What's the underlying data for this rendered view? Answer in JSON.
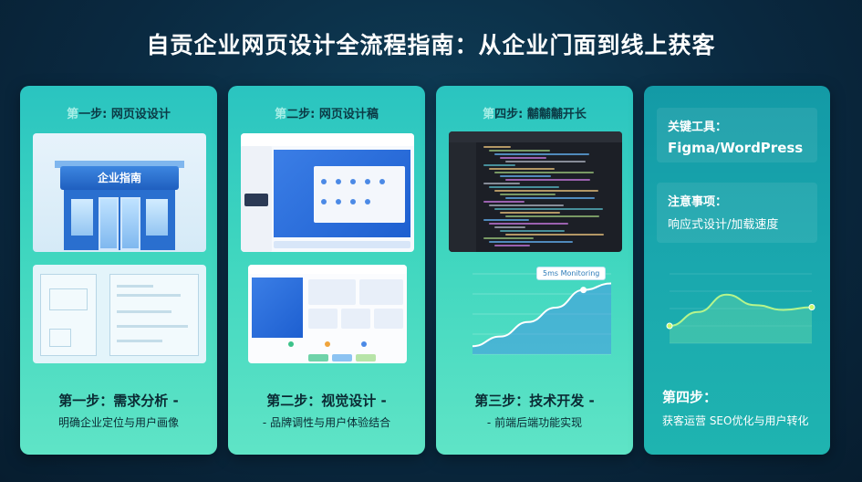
{
  "title": "自贡企业网页设计全流程指南：从企业门面到线上获客",
  "cards": [
    {
      "head_ghost": "第",
      "head": "一步: 网页设设计",
      "sign": "企业指南",
      "step_title": "第一步：需求分析 -",
      "step_sub": "明确企业定位与用户画像"
    },
    {
      "head_ghost": "第",
      "head": "二步: 网页设计稿",
      "step_title": "第二步：视觉设计 -",
      "step_sub": "- 品牌调性与用户体验结合"
    },
    {
      "head_ghost": "第",
      "head": "四步: 黼黼黼开长",
      "tag": "5ms Monitoring",
      "step_title": "第三步：技术开发 -",
      "step_sub": "- 前端后端功能实现"
    }
  ],
  "card4": {
    "tool_label": "关键工具：",
    "tool_value": "Figma/WordPress",
    "note_label": "注意事项：",
    "note_value": "响应式设计/加载速度",
    "step_title": "第四步：",
    "step_sub": "获客运营 SEO优化与用户转化"
  },
  "colors": {
    "card_teal": "#3fd6bf",
    "card_dark": "#1aa8ae",
    "accent_blue": "#2a6fcf"
  },
  "chart_data": [
    {
      "type": "area",
      "x": [
        1,
        2,
        3,
        4,
        5,
        6
      ],
      "values": [
        10,
        22,
        40,
        58,
        80,
        88
      ],
      "title": "",
      "xlabel": "",
      "ylabel": "",
      "grid": true
    },
    {
      "type": "line",
      "x": [
        1,
        2,
        3,
        4,
        5,
        6
      ],
      "values": [
        25,
        45,
        70,
        55,
        48,
        52
      ],
      "title": "",
      "xlabel": "",
      "ylabel": "",
      "grid": true
    }
  ]
}
